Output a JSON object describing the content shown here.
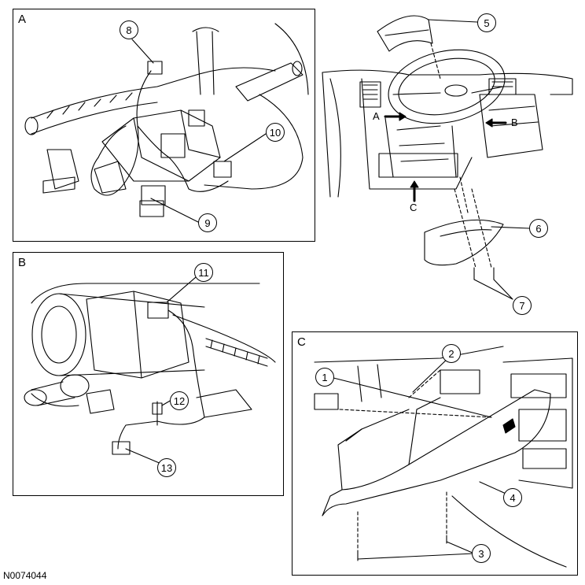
{
  "panels": {
    "a": {
      "letter": "A"
    },
    "b": {
      "letter": "B"
    },
    "c": {
      "letter": "C"
    }
  },
  "overview": {
    "view_labels": {
      "a": "A",
      "b": "B",
      "c": "C"
    }
  },
  "callouts": {
    "c1": "1",
    "c2": "2",
    "c3": "3",
    "c4": "4",
    "c5": "5",
    "c6": "6",
    "c7": "7",
    "c8": "8",
    "c9": "9",
    "c10": "10",
    "c11": "11",
    "c12": "12",
    "c13": "13"
  },
  "figure_id": "N0074044"
}
